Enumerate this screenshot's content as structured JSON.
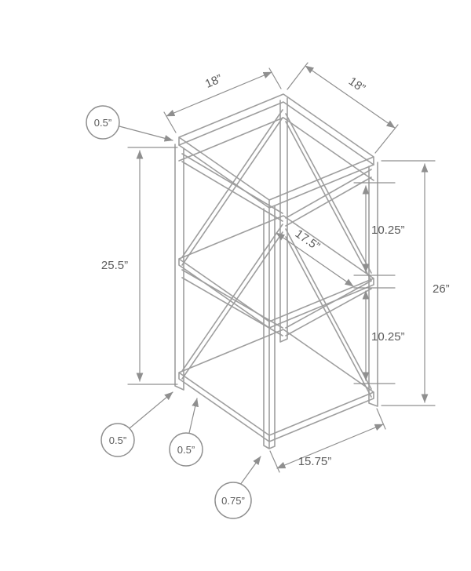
{
  "diagram": {
    "subject": "accent end table dimension drawing",
    "colors": {
      "structure_line": "#9e9e9e",
      "dimension_line": "#8f8f8f",
      "text": "#5b5b5b",
      "background": "#ffffff"
    },
    "labels": {
      "top_side_left": "18”",
      "top_side_right": "18”",
      "top_thickness": "0.5”",
      "frame_height": "25.5”",
      "overall_height": "26”",
      "top_to_middle_shelf": "10.25”",
      "middle_to_bottom_shelf": "10.25”",
      "shelf_depth": "17.5”",
      "bottom_width": "15.75”",
      "left_frame_tube": "0.5”",
      "shelf_frame_tube": "0.5”",
      "foot_clearance": "0.75”"
    }
  }
}
